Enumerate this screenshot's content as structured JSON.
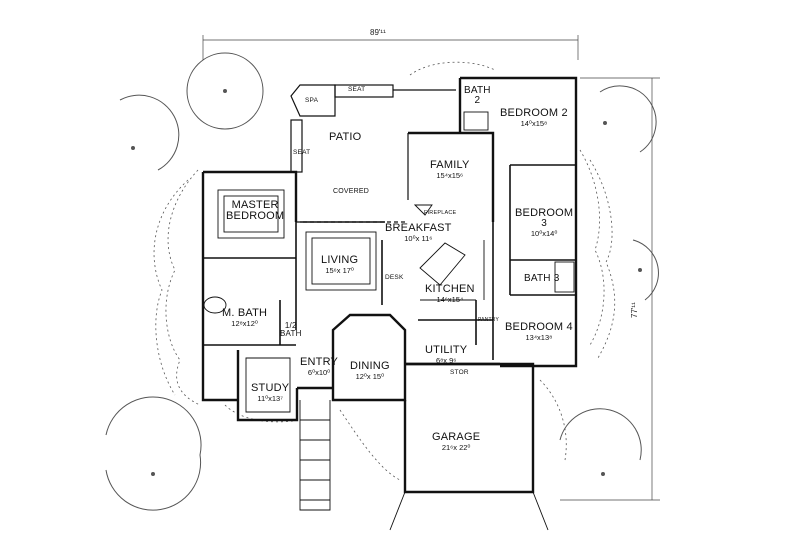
{
  "plan": {
    "overall_width": "89'¹¹",
    "overall_depth": "77'¹¹",
    "rooms": {
      "patio": {
        "name": "PATIO",
        "dim": ""
      },
      "covered": {
        "name": "COVERED",
        "dim": ""
      },
      "spa": {
        "name": "SPA",
        "dim": ""
      },
      "seat_top": {
        "name": "SEAT",
        "dim": ""
      },
      "seat_side": {
        "name": "SEAT",
        "dim": ""
      },
      "bath2": {
        "name": "BATH",
        "dim": "2"
      },
      "bedroom2": {
        "name": "BEDROOM 2",
        "dim": "14⁰x15⁸"
      },
      "family": {
        "name": "FAMILY",
        "dim": "15⁴x15⁶"
      },
      "fireplace": {
        "name": "FIREPLACE",
        "dim": ""
      },
      "breakfast": {
        "name": "BREAKFAST",
        "dim": "10⁰x 11⁶"
      },
      "master": {
        "name": "MASTER",
        "dim": "BEDROOM"
      },
      "bedroom3": {
        "name": "BEDROOM",
        "dim": "3"
      },
      "bedroom3_dim": {
        "name": "10⁰x14⁰",
        "dim": ""
      },
      "living": {
        "name": "LIVING",
        "dim": "15⁶x 17⁰"
      },
      "desk": {
        "name": "DESK",
        "dim": ""
      },
      "bath3": {
        "name": "BATH 3",
        "dim": ""
      },
      "kitchen": {
        "name": "KITCHEN",
        "dim": "14⁶x15⁴"
      },
      "mbath": {
        "name": "M. BATH",
        "dim": "12⁸x12⁰"
      },
      "halfbath": {
        "name": "1/2",
        "dim": "BATH"
      },
      "pantry": {
        "name": "PANTRY",
        "dim": ""
      },
      "bedroom4": {
        "name": "BEDROOM 4",
        "dim": "13⁴x13⁸"
      },
      "utility": {
        "name": "UTILITY",
        "dim": "6⁸x 9⁶"
      },
      "entry": {
        "name": "ENTRY",
        "dim": "6⁰x10⁰"
      },
      "dining": {
        "name": "DINING",
        "dim": "12⁰x 15⁰"
      },
      "stor": {
        "name": "STOR",
        "dim": ""
      },
      "study": {
        "name": "STUDY",
        "dim": "11⁰x13⁷"
      },
      "garage": {
        "name": "GARAGE",
        "dim": "21⁶x 22⁰"
      }
    }
  },
  "colors": {
    "line": "#111111",
    "landscape": "#555555",
    "background": "#ffffff"
  }
}
